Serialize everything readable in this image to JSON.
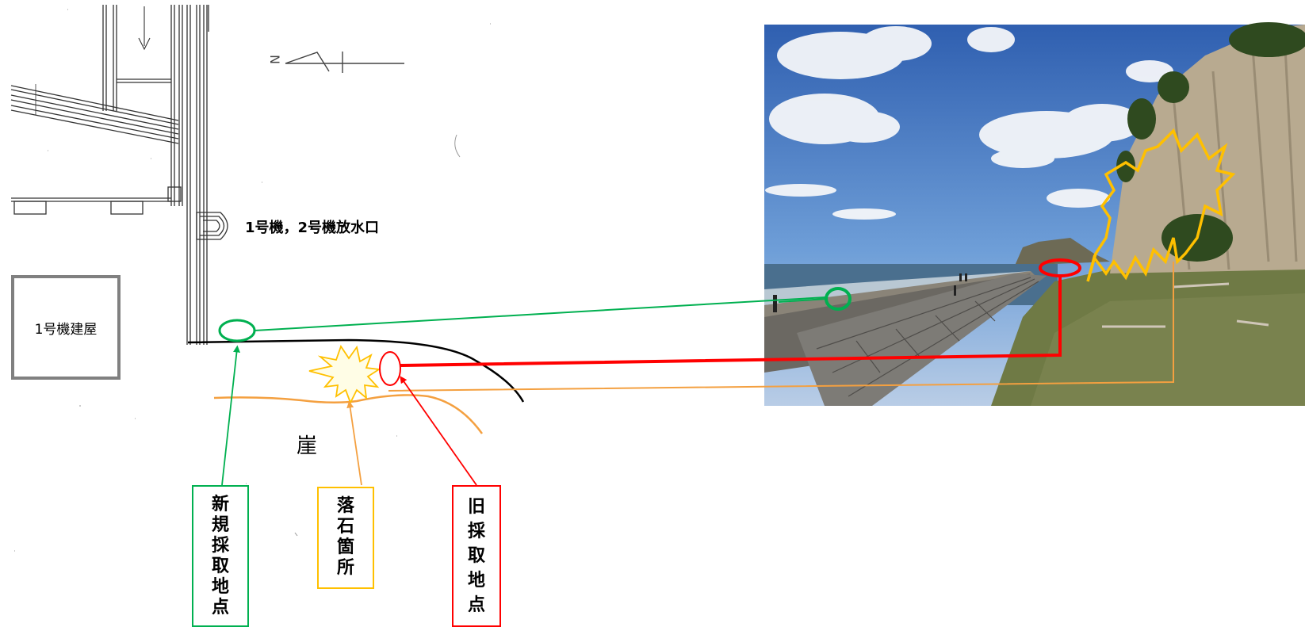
{
  "map": {
    "outfall_label": "1号機，2号機放水口",
    "building_label": "1号機建屋",
    "cliff_label": "崖",
    "north_label": "N"
  },
  "callouts": {
    "new_point": "新規採取地点",
    "rockfall": "落石箇所",
    "old_point": "旧採取地点"
  },
  "colors": {
    "new_point": "#00b050",
    "rockfall": "#f4a040",
    "rockfall_burst": "#ffc000",
    "old_point": "#ff0000",
    "building_border": "#808080"
  }
}
